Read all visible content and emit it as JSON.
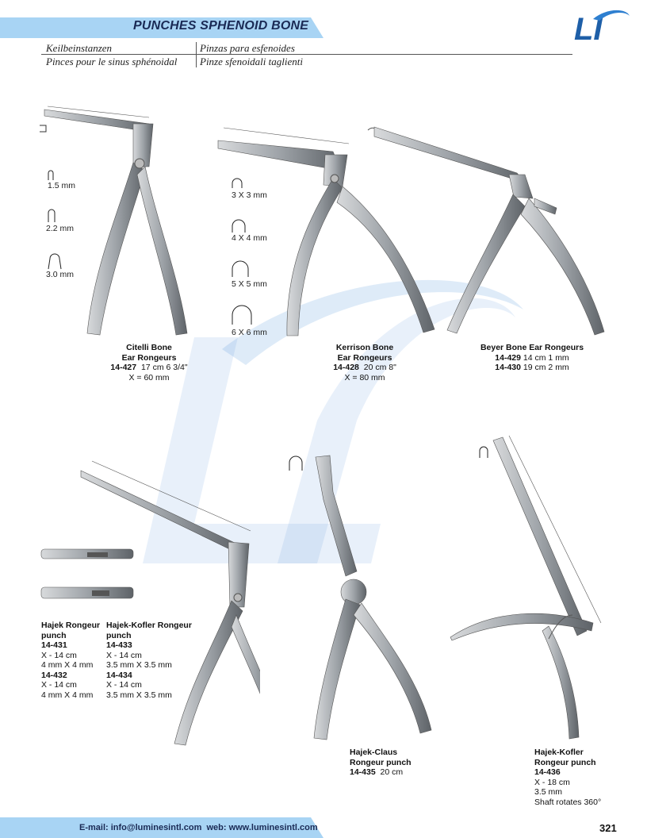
{
  "header": {
    "title": "PUNCHES SPHENOID BONE",
    "subtitles": {
      "de": "Keilbeinstanzen",
      "es": "Pinzas para esfenoides",
      "fr": "Pinces pour le sinus sphénoidal",
      "it": "Pinze sfenoidali taglienti"
    },
    "logo_text": "LI"
  },
  "colors": {
    "accent_blue": "#2e7fd0",
    "light_blue": "#a8d4f4",
    "dark_navy": "#1a2a55"
  },
  "products": {
    "citelli": {
      "name1": "Citelli Bone",
      "name2": "Ear Rongeurs",
      "code": "14-427",
      "desc": "17 cm 6 3/4\"",
      "x": "X = 60 mm",
      "tip_sizes": [
        "1.5 mm",
        "2.2 mm",
        "3.0 mm"
      ]
    },
    "kerrison": {
      "name1": "Kerrison Bone",
      "name2": "Ear Rongeurs",
      "code": "14-428",
      "desc": "20 cm 8\"",
      "x": "X = 80 mm",
      "tip_sizes": [
        "3 X 3 mm",
        "4 X 4 mm",
        "5 X 5 mm",
        "6 X 6 mm"
      ]
    },
    "beyer": {
      "name": "Beyer Bone Ear Rongeurs",
      "rows": [
        {
          "code": "14-429",
          "desc": "14 cm 1 mm"
        },
        {
          "code": "14-430",
          "desc": "19 cm 2 mm"
        }
      ]
    },
    "hajek": {
      "name1": "Hajek Rongeur",
      "name2": "punch",
      "items": [
        {
          "code": "14-431",
          "length": "X - 14 cm",
          "size": "4 mm X 4 mm"
        },
        {
          "code": "14-432",
          "length": "X - 14 cm",
          "size": "4 mm X 4 mm"
        }
      ]
    },
    "hajek_kofler_small": {
      "name1": "Hajek-Kofler Rongeur",
      "name2": "punch",
      "items": [
        {
          "code": "14-433",
          "length": "X - 14 cm",
          "size": "3.5 mm X 3.5 mm"
        },
        {
          "code": "14-434",
          "length": "X - 14 cm",
          "size": "3.5 mm X 3.5 mm"
        }
      ]
    },
    "hajek_claus": {
      "name1": "Hajek-Claus",
      "name2": "Rongeur punch",
      "code": "14-435",
      "desc": "20 cm"
    },
    "hajek_kofler": {
      "name1": "Hajek-Kofler",
      "name2": "Rongeur punch",
      "code": "14-436",
      "lines": [
        "X - 18 cm",
        "3.5 mm",
        "Shaft rotates 360°"
      ]
    }
  },
  "footer": {
    "contact": "E-mail: info@luminesintl.com  web: www.luminesintl.com",
    "page_number": "321"
  }
}
